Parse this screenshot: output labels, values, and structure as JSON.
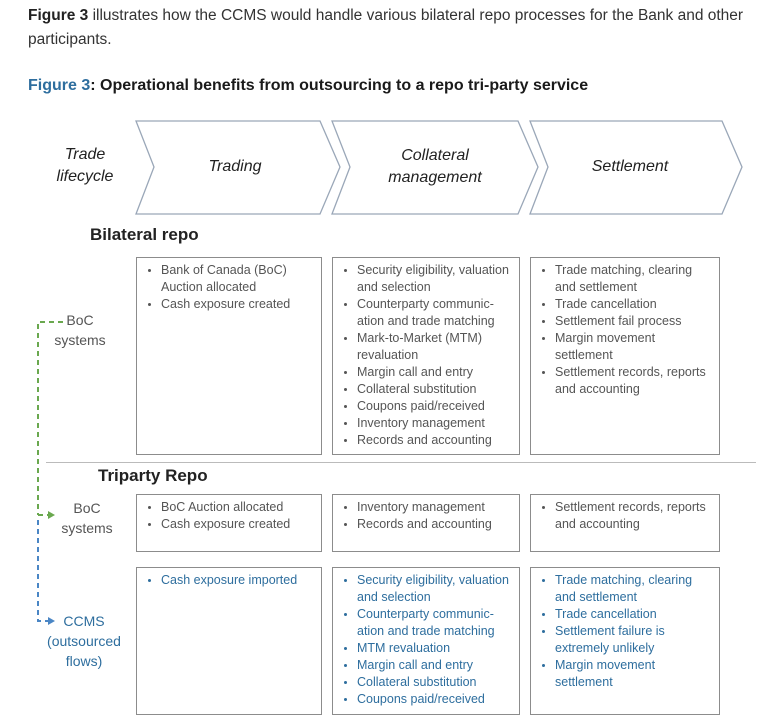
{
  "intro": {
    "figure_ref": "Figure 3",
    "text": " illustrates how the CCMS would handle various bilateral repo processes for the Bank and other participants."
  },
  "figure": {
    "number": "Figure 3",
    "title": ": Operational benefits from outsourcing to a repo tri-party service"
  },
  "lifecycle": {
    "label_line1": "Trade",
    "label_line2": "lifecycle",
    "stages": [
      {
        "line1": "Trading",
        "line2": ""
      },
      {
        "line1": "Collateral",
        "line2": "management"
      },
      {
        "line1": "Settlement",
        "line2": ""
      }
    ]
  },
  "bilateral": {
    "title": "Bilateral repo",
    "row_label_line1": "BoC",
    "row_label_line2": "systems",
    "trading": [
      "Bank of Canada (BoC) Auction allocated",
      "Cash exposure created"
    ],
    "collateral": [
      "Security eligibility, valuation and selection",
      "Counterparty communic-ation and trade matching",
      "Mark-to-Market (MTM) revaluation",
      "Margin call and entry",
      "Collateral substitution",
      "Coupons paid/received",
      "Inventory management",
      "Records and accounting"
    ],
    "settlement": [
      "Trade matching, clearing and settlement",
      "Trade cancellation",
      "Settlement fail process",
      "Margin movement settlement",
      "Settlement records, reports and accounting"
    ]
  },
  "triparty": {
    "title": "Triparty Repo",
    "boc": {
      "row_label_line1": "BoC",
      "row_label_line2": "systems",
      "trading": [
        "BoC Auction allocated",
        "Cash exposure created"
      ],
      "collateral": [
        "Inventory management",
        "Records and accounting"
      ],
      "settlement": [
        "Settlement records, reports and accounting"
      ]
    },
    "ccms": {
      "row_label_line1": "CCMS",
      "row_label_line2": "(outsourced",
      "row_label_line3": "flows)",
      "trading": [
        "Cash exposure imported"
      ],
      "collateral": [
        "Security eligibility, valuation and selection",
        "Counterparty communic-ation and trade matching",
        "MTM revaluation",
        "Margin call and entry",
        "Collateral substitution",
        "Coupons paid/received"
      ],
      "settlement": [
        "Trade matching, clearing and settlement",
        "Trade cancellation",
        "Settlement failure is extremely unlikely",
        "Margin movement settlement"
      ]
    }
  },
  "colors": {
    "gray_text": "#555555",
    "blue_text": "#2e6e9e",
    "connector_green": "#6aa84f",
    "connector_blue": "#4a86c5"
  }
}
